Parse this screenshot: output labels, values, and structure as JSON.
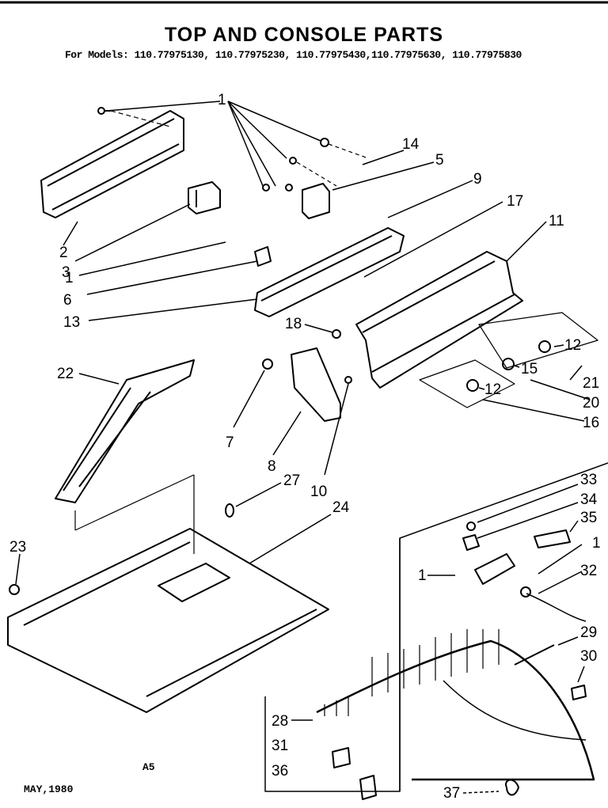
{
  "header": {
    "title": "TOP AND CONSOLE PARTS",
    "models": "For Models: 110.77975130, 110.77975230, 110.77975430,110.77975630, 110.77975830"
  },
  "footer": {
    "date": "MAY,1980",
    "page_code": "A5"
  },
  "callouts": [
    "1",
    "2",
    "3",
    "1",
    "6",
    "13",
    "22",
    "7",
    "8",
    "27",
    "10",
    "18",
    "14",
    "5",
    "9",
    "17",
    "11",
    "12",
    "15",
    "12",
    "21",
    "20",
    "16",
    "24",
    "23",
    "33",
    "34",
    "35",
    "1",
    "1",
    "32",
    "29",
    "30",
    "28",
    "31",
    "36",
    "37"
  ]
}
